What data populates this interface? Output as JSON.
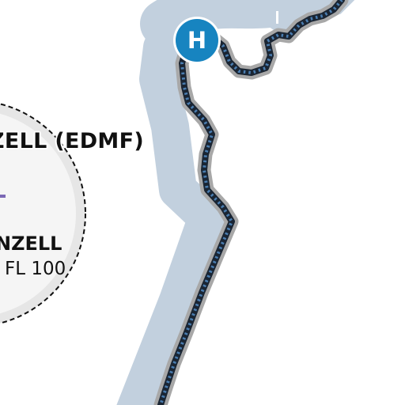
{
  "airfield": {
    "name": "ZELL (EDMF)"
  },
  "control_zone": {
    "name": "NZELL",
    "limit": "FL 100"
  },
  "helipad": {
    "letter": "H",
    "color": "#1784c0"
  },
  "colors": {
    "corridor": "#c2d0de",
    "border_shadow": "#a8a8a8",
    "border_line": "#1a2533",
    "border_dots": "#4a7db0",
    "zone_fill": "#f5f5f5",
    "zone_ring": "#e6e6e6",
    "accent_mark": "#7b68b5"
  }
}
